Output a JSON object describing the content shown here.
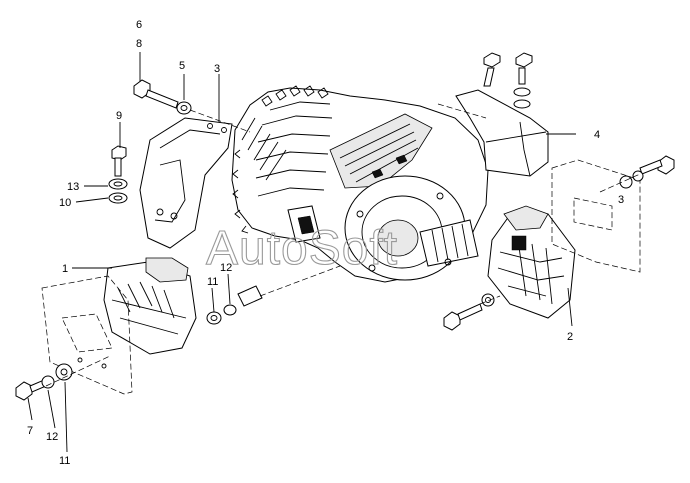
{
  "watermark": "AutoSoft",
  "callouts": [
    "6",
    "8",
    "5",
    "3",
    "9",
    "13",
    "10",
    "1",
    "12",
    "11",
    "4",
    "3",
    "2",
    "7",
    "12",
    "11"
  ]
}
